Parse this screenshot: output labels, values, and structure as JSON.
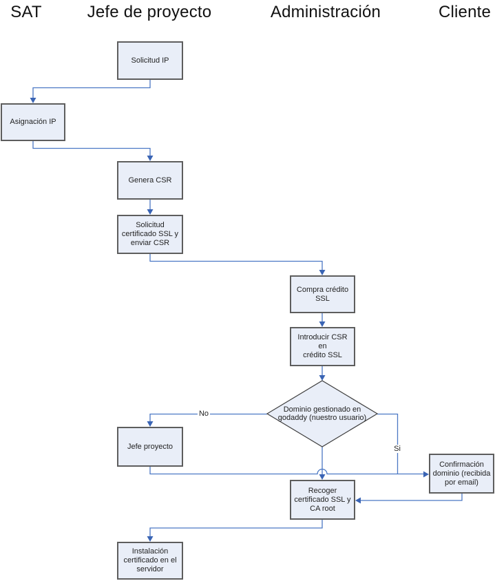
{
  "headers": [
    {
      "label": "SAT"
    },
    {
      "label": "Jefe de proyecto"
    },
    {
      "label": "Administración"
    },
    {
      "label": "Cliente"
    }
  ],
  "nodes": {
    "solicitud_ip": {
      "label": "Solicitud IP"
    },
    "asignacion_ip": {
      "label": "Asignación IP"
    },
    "genera_csr": {
      "label": "Genera CSR"
    },
    "solicitud_certificado": {
      "label": "Solicitud\ncertificado SSL y\nenviar CSR"
    },
    "compra_credito": {
      "label": "Compra crédito\nSSL"
    },
    "introducir_csr": {
      "label": "Introducir CSR en\ncrédito SSL"
    },
    "decision_dominio": {
      "label": "Dominio gestionado en\ngodaddy (nuestro usuario)"
    },
    "jefe_proyecto": {
      "label": "Jefe proyecto"
    },
    "confirmacion_dominio": {
      "label": "Confirmación\ndominio (recibida\npor email)"
    },
    "recoger_certificado": {
      "label": "Recoger\ncertificado SSL y\nCA root"
    },
    "instalacion_certificado": {
      "label": "Instalación\ncertificado en el\nservidor"
    }
  },
  "edge_labels": {
    "no": "No",
    "si": "Si"
  },
  "colors": {
    "connector_line": "#4a77c4",
    "arrowhead": "#3a64b4",
    "node_fill": "#e9eef8",
    "node_border": "#5d5d5d",
    "diamond_border": "#3f3f3f",
    "text": "#1f1f1f"
  }
}
